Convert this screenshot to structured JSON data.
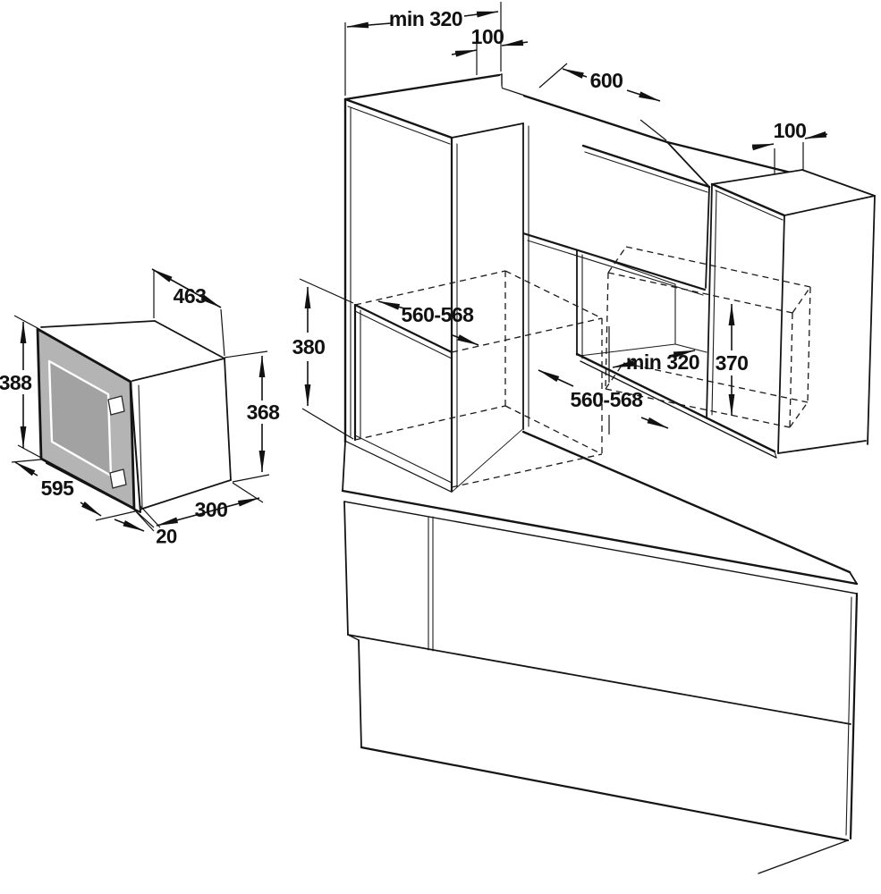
{
  "diagram": {
    "microwave": {
      "top_width": "463",
      "front_height": "388",
      "front_width": "595",
      "body_height": "368",
      "body_depth": "300",
      "door_thickness": "20"
    },
    "cabinet": {
      "top_min_depth": "min 320",
      "top_setback": "100",
      "upper_width": "600",
      "side_setback": "100",
      "tall_niche_height": "380",
      "tall_niche_width": "560-568",
      "niche_min_depth": "min 320",
      "niche_height": "370",
      "niche_width": "560-568"
    },
    "colors": {
      "line": "#141414",
      "door_panel": "#b4b4b4",
      "door_window": "#a2a2a2",
      "background": "#ffffff"
    }
  }
}
